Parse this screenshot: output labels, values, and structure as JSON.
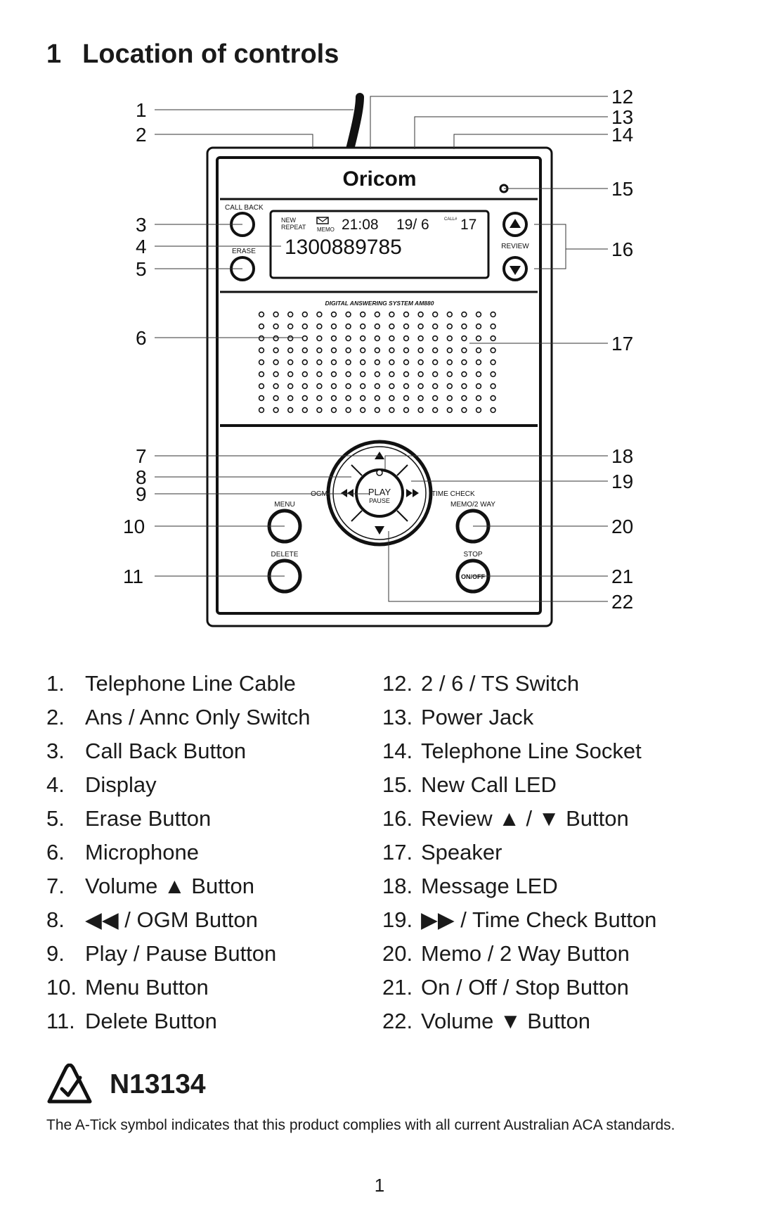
{
  "heading": {
    "number": "1",
    "text": "Location of controls"
  },
  "device": {
    "brand": "Oricom",
    "labels": {
      "call_back": "CALL BACK",
      "erase": "ERASE",
      "review": "REVIEW",
      "model": "DIGITAL ANSWERING SYSTEM AM880",
      "ogm": "OGM",
      "play": "PLAY",
      "pause": "PAUSE",
      "time_check": "TIME CHECK",
      "menu": "MENU",
      "memo_2way": "MEMO/2 WAY",
      "delete": "DELETE",
      "stop": "STOP",
      "on_off": "ON/OFF"
    },
    "display": {
      "new": "NEW",
      "repeat": "REPEAT",
      "memo": "MEMO",
      "time": "21:08",
      "date": "19/ 6",
      "call_indicator": "CALL#",
      "count": "17",
      "number": "1300889785"
    }
  },
  "callouts": [
    "1",
    "2",
    "3",
    "4",
    "5",
    "6",
    "7",
    "8",
    "9",
    "10",
    "11",
    "12",
    "13",
    "14",
    "15",
    "16",
    "17",
    "18",
    "19",
    "20",
    "21",
    "22"
  ],
  "legend_left": [
    {
      "num": "1.",
      "label": "Telephone Line Cable"
    },
    {
      "num": "2.",
      "label": "Ans / Annc Only Switch"
    },
    {
      "num": "3.",
      "label": "Call Back Button"
    },
    {
      "num": "4.",
      "label": "Display"
    },
    {
      "num": "5.",
      "label": "Erase Button"
    },
    {
      "num": "6.",
      "label": "Microphone"
    },
    {
      "num": "7.",
      "label": "Volume ▲ Button"
    },
    {
      "num": "8.",
      "label": "◀◀ / OGM Button"
    },
    {
      "num": "9.",
      "label": "Play / Pause Button"
    },
    {
      "num": "10.",
      "label": "Menu Button"
    },
    {
      "num": "11.",
      "label": "Delete Button"
    }
  ],
  "legend_right": [
    {
      "num": "12.",
      "label": "2 / 6 / TS Switch"
    },
    {
      "num": "13.",
      "label": "Power Jack"
    },
    {
      "num": "14.",
      "label": "Telephone Line Socket"
    },
    {
      "num": "15.",
      "label": "New Call LED"
    },
    {
      "num": "16.",
      "label": "Review ▲ / ▼ Button"
    },
    {
      "num": "17.",
      "label": "Speaker"
    },
    {
      "num": "18.",
      "label": "Message LED"
    },
    {
      "num": "19.",
      "label": "▶▶ / Time Check Button"
    },
    {
      "num": "20.",
      "label": "Memo / 2 Way Button"
    },
    {
      "num": "21.",
      "label": "On / Off / Stop Button"
    },
    {
      "num": "22.",
      "label": "Volume ▼ Button"
    }
  ],
  "approval": {
    "code": "N13134",
    "note": "The A-Tick symbol indicates that this product complies with all current Australian ACA standards."
  },
  "page_number": "1"
}
